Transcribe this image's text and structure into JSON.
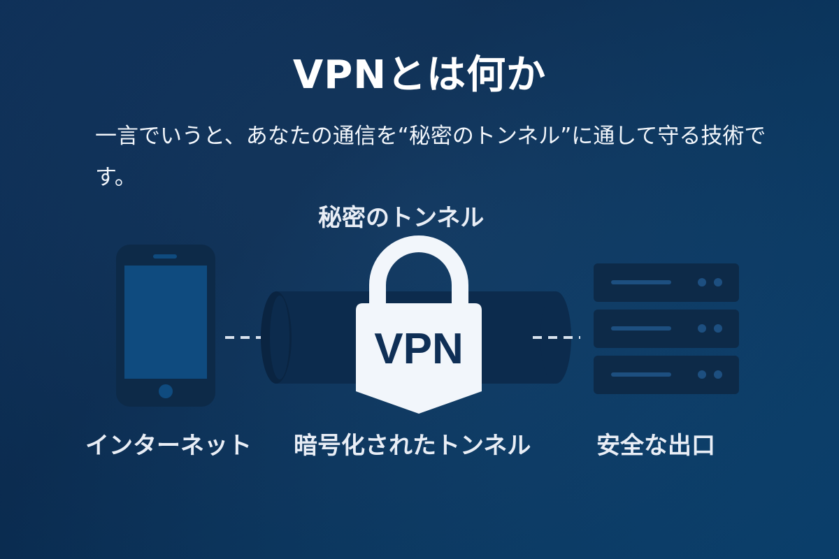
{
  "title": "VPNとは何か",
  "description": "一言でいうと、あなたの通信を“秘密のトンネル”に通して守る技術です。",
  "diagram": {
    "tunnel_heading": "秘密のトンネル",
    "lock_label": "VPN",
    "captions": {
      "left": "インターネット",
      "middle": "暗号化されたトンネル",
      "right": "安全な出口"
    },
    "icons": {
      "device": "smartphone-icon",
      "tunnel": "tunnel-icon",
      "lock": "padlock-icon",
      "server": "server-rack-icon"
    }
  },
  "colors": {
    "background_start": "#0f3460",
    "background_end": "#0b4576",
    "icon_dark": "#0d2a48",
    "tunnel_body": "#0e2f52",
    "screen": "#0f4b7f",
    "lock": "#f2f6fb",
    "text": "#f2f6fb"
  }
}
